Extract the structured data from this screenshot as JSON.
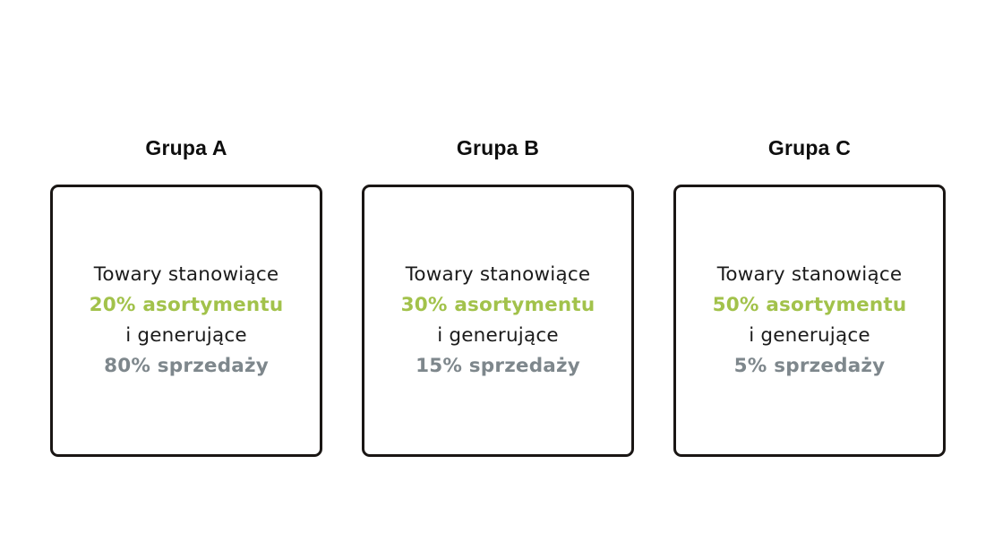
{
  "colors": {
    "accent_green": "#a2c24b",
    "muted_gray": "#7e878c",
    "text": "#1b1b1b",
    "box_border": "#1a1614",
    "background": "#ffffff"
  },
  "groups": [
    {
      "title": "Grupa A",
      "intro": "Towary stanowiące",
      "assortment_share": "20% asortymentu",
      "connector": "i generujące",
      "sales_share": "80% sprzedaży"
    },
    {
      "title": "Grupa B",
      "intro": "Towary stanowiące",
      "assortment_share": "30% asortymentu",
      "connector": "i generujące",
      "sales_share": "15% sprzedaży"
    },
    {
      "title": "Grupa C",
      "intro": "Towary stanowiące",
      "assortment_share": "50% asortymentu",
      "connector": "i generujące",
      "sales_share": "5% sprzedaży"
    }
  ]
}
